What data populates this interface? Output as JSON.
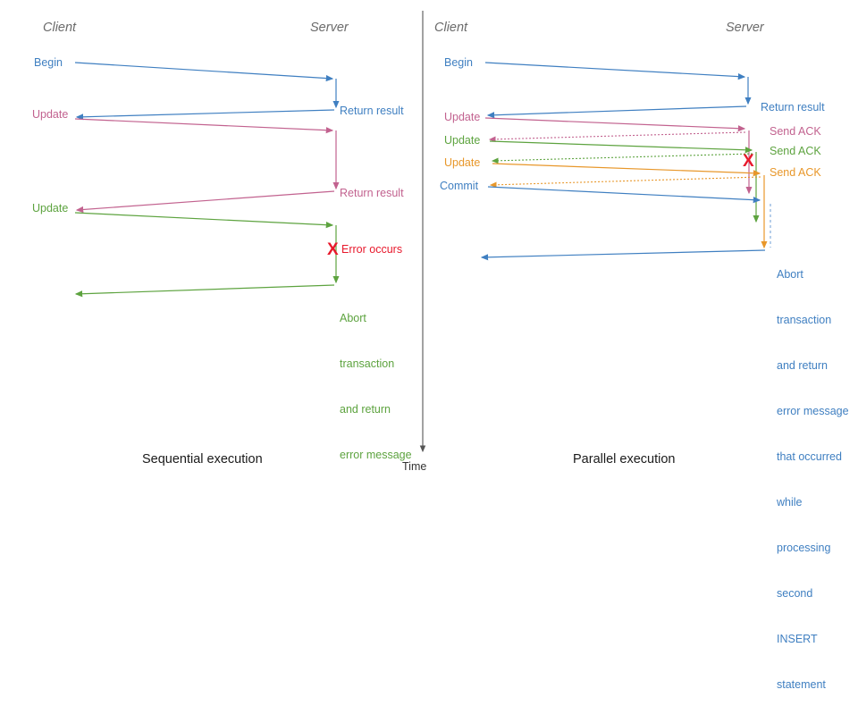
{
  "figure": {
    "time_axis_label": "Time",
    "colors": {
      "blue": "#3f7fc1",
      "pink": "#c2628f",
      "green": "#5da33f",
      "orange": "#e8972a",
      "red": "#e8192c",
      "header_gray": "#6b6b6b",
      "axis_gray": "#555555"
    }
  },
  "left_panel": {
    "caption": "Sequential execution",
    "header_client": "Client",
    "header_server": "Server",
    "client_messages": [
      {
        "label": "Begin",
        "color": "blue"
      },
      {
        "label": "Update",
        "color": "pink"
      },
      {
        "label": "Update",
        "color": "green"
      }
    ],
    "server_messages": [
      {
        "label": "Return result",
        "color": "blue"
      },
      {
        "label": "Return result",
        "color": "pink"
      }
    ],
    "error": {
      "marker": "X",
      "label": "Error occurs",
      "color": "red"
    },
    "abort_note": {
      "color": "green",
      "lines": [
        "Abort",
        "transaction",
        "and return",
        "error message"
      ]
    }
  },
  "right_panel": {
    "caption": "Parallel execution",
    "header_client": "Client",
    "header_server": "Server",
    "client_messages": [
      {
        "label": "Begin",
        "color": "blue"
      },
      {
        "label": "Update",
        "color": "pink"
      },
      {
        "label": "Update",
        "color": "green"
      },
      {
        "label": "Update",
        "color": "orange"
      },
      {
        "label": "Commit",
        "color": "blue"
      }
    ],
    "server_messages": [
      {
        "label": "Return result",
        "color": "blue"
      },
      {
        "label": "Send ACK",
        "color": "pink"
      },
      {
        "label": "Send ACK",
        "color": "green"
      },
      {
        "label": "Send ACK",
        "color": "orange"
      }
    ],
    "error": {
      "marker": "X",
      "color": "red"
    },
    "abort_note": {
      "color": "blue",
      "lines": [
        "Abort",
        "transaction",
        "and return",
        "error message",
        "that occurred",
        "while",
        "processing",
        "second",
        "INSERT",
        "statement"
      ]
    }
  }
}
